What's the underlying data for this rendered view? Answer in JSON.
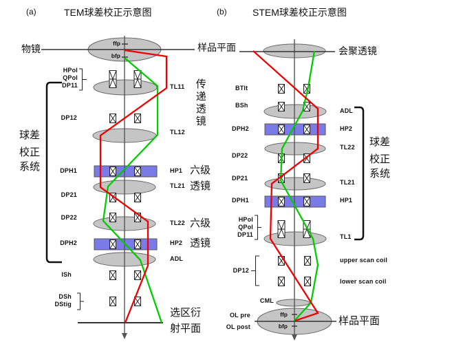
{
  "colors": {
    "ray_red": "#ee0000",
    "ray_green": "#00cc00",
    "hexapole_blue": "#7b7be8",
    "lens_gray": "#c5c5c5",
    "lens_stroke": "#666666",
    "axis_gray": "#555555"
  },
  "panel_a": {
    "tag": "(a)",
    "title": "TEM球差校正示意图",
    "objective": "物镜",
    "sample_plane": "样品平面",
    "ffp": "ffp",
    "bfp": "bfp",
    "hpol": "HPol",
    "qpol": "QPol",
    "dp11": "DP11",
    "tl11": "TL11",
    "transfer_lens": "传递透镜",
    "dp12": "DP12",
    "tl12": "TL12",
    "corrector": [
      "球差",
      "校正",
      "系统"
    ],
    "dph1": "DPH1",
    "hp1": "HP1",
    "hex1": "六级",
    "tl21": "TL21",
    "lens1": "透镜",
    "dp21": "DP21",
    "dp22": "DP22",
    "tl22": "TL22",
    "hex2": "六级",
    "dph2": "DPH2",
    "hp2": "HP2",
    "lens2": "透镜",
    "adl": "ADL",
    "ish": "ISh",
    "dsh": "DSh",
    "dstig": "DStig",
    "sad_plane": [
      "选区衍",
      "射平面"
    ]
  },
  "panel_b": {
    "tag": "(b)",
    "title": "STEM球差校正示意图",
    "condenser": "会聚透镜",
    "btlt": "BTlt",
    "bsh": "BSh",
    "adl": "ADL",
    "dph2": "DPH2",
    "hp2": "HP2",
    "tl22": "TL22",
    "dp22": "DP22",
    "corrector": [
      "球差",
      "校正",
      "系统"
    ],
    "dp21": "DP21",
    "tl21": "TL21",
    "dph1": "DPH1",
    "hp1": "HP1",
    "hpol": "HPol",
    "qpol": "QPol",
    "dp11": "DP11",
    "tl1": "TL1",
    "dp12": "DP12",
    "upper_scan": "upper scan coil",
    "lower_scan": "lower scan coil",
    "cml": "CML",
    "ol_pre": "OL pre",
    "ol_post": "OL post",
    "ffp": "ffp",
    "bfp": "bfp",
    "sample_plane": "样品平面"
  },
  "rays": {
    "a_red": "181,73 242,82 242,128 146,197 146,272 215,322 215,386 182,469",
    "a_green": "181,84 229,125 229,196 157,271 150,321 204,378 235,469",
    "b_red": "368,74 462,158 462,216 395,267 393,347 462,455 429,466",
    "b_green": "457,74 448,127 440,161 410,216 408,262 455,347 462,385 452,440 428,466"
  }
}
